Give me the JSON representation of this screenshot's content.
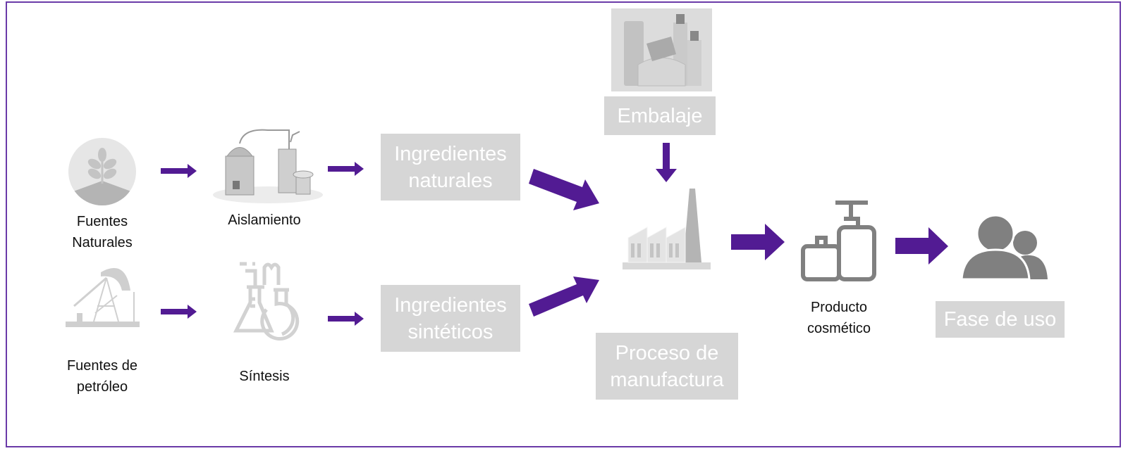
{
  "colors": {
    "arrow": "#521b93",
    "box": "#d6d6d6",
    "icon": "#8a8a8a",
    "frame": "#6a3aa8"
  },
  "nodes": {
    "natural_sources": {
      "label_line1": "Fuentes",
      "label_line2": "Naturales",
      "icon": "plant-icon"
    },
    "isolation": {
      "label": "Aislamiento",
      "icon": "distillation-apparatus-icon"
    },
    "natural_ingredients": {
      "line1": "Ingredientes",
      "line2": "naturales"
    },
    "petroleum_sources": {
      "label_line1": "Fuentes de",
      "label_line2": "petróleo",
      "icon": "oil-pump-icon"
    },
    "synthesis": {
      "label": "Síntesis",
      "icon": "flask-icon"
    },
    "synthetic_ingredients": {
      "line1": "Ingredientes",
      "line2": "sintéticos"
    },
    "packaging": {
      "label": "Embalaje",
      "icon": "cosmetic-containers-image"
    },
    "manufacturing": {
      "line1": "Proceso de",
      "line2": "manufactura",
      "icon": "factory-icon"
    },
    "product": {
      "label_line1": "Producto",
      "label_line2": "cosmético",
      "icon": "bottles-icon"
    },
    "use_phase": {
      "label": "Fase de uso",
      "icon": "users-icon"
    }
  }
}
